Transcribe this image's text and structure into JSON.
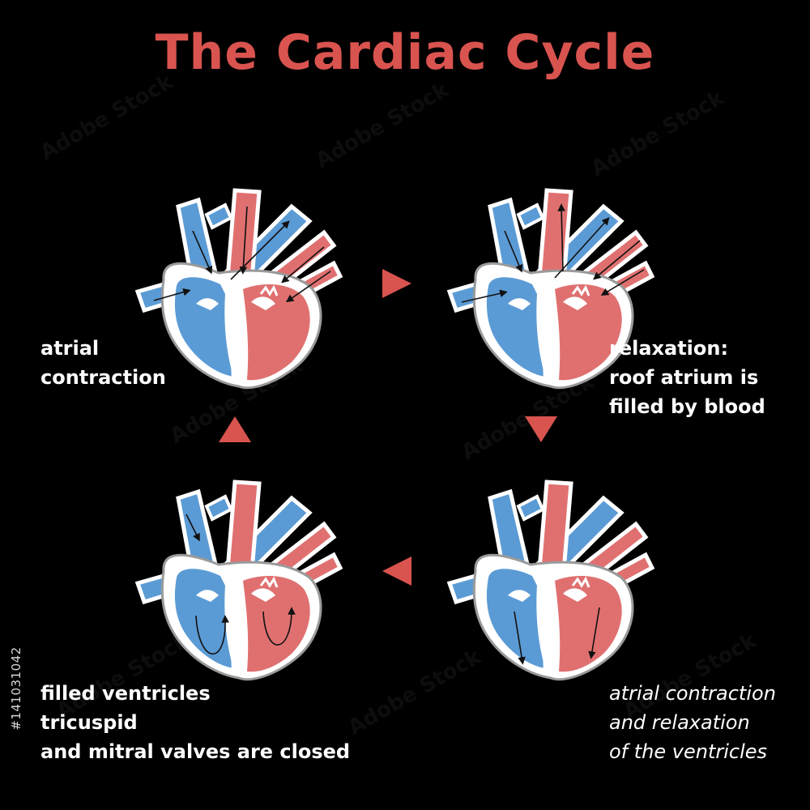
{
  "title": "The Cardiac Cycle",
  "colors": {
    "background": "#000000",
    "title": "#d9534f",
    "deoxygenated": "#5b9bd5",
    "oxygenated": "#e07070",
    "wall": "#ffffff",
    "outline": "#9a9a9a",
    "arrow": "#d9534f",
    "text": "#ffffff"
  },
  "stages": {
    "top_left": {
      "lines": [
        "atrial",
        "contraction"
      ]
    },
    "top_right": {
      "lines": [
        "relaxation:",
        "roof atrium is",
        " filled by blood"
      ]
    },
    "bottom_left": {
      "lines": [
        "filled ventricles",
        "tricuspid",
        "and mitral valves are closed"
      ]
    },
    "bottom_right": {
      "lines": [
        "atrial contraction",
        " and relaxation",
        " of the ventricles"
      ]
    }
  },
  "arrows": {
    "top": "right",
    "right": "down",
    "bottom": "left",
    "left": "up"
  },
  "watermark": {
    "stock_id": "#141031042",
    "tile_text": "Adobe Stock"
  }
}
